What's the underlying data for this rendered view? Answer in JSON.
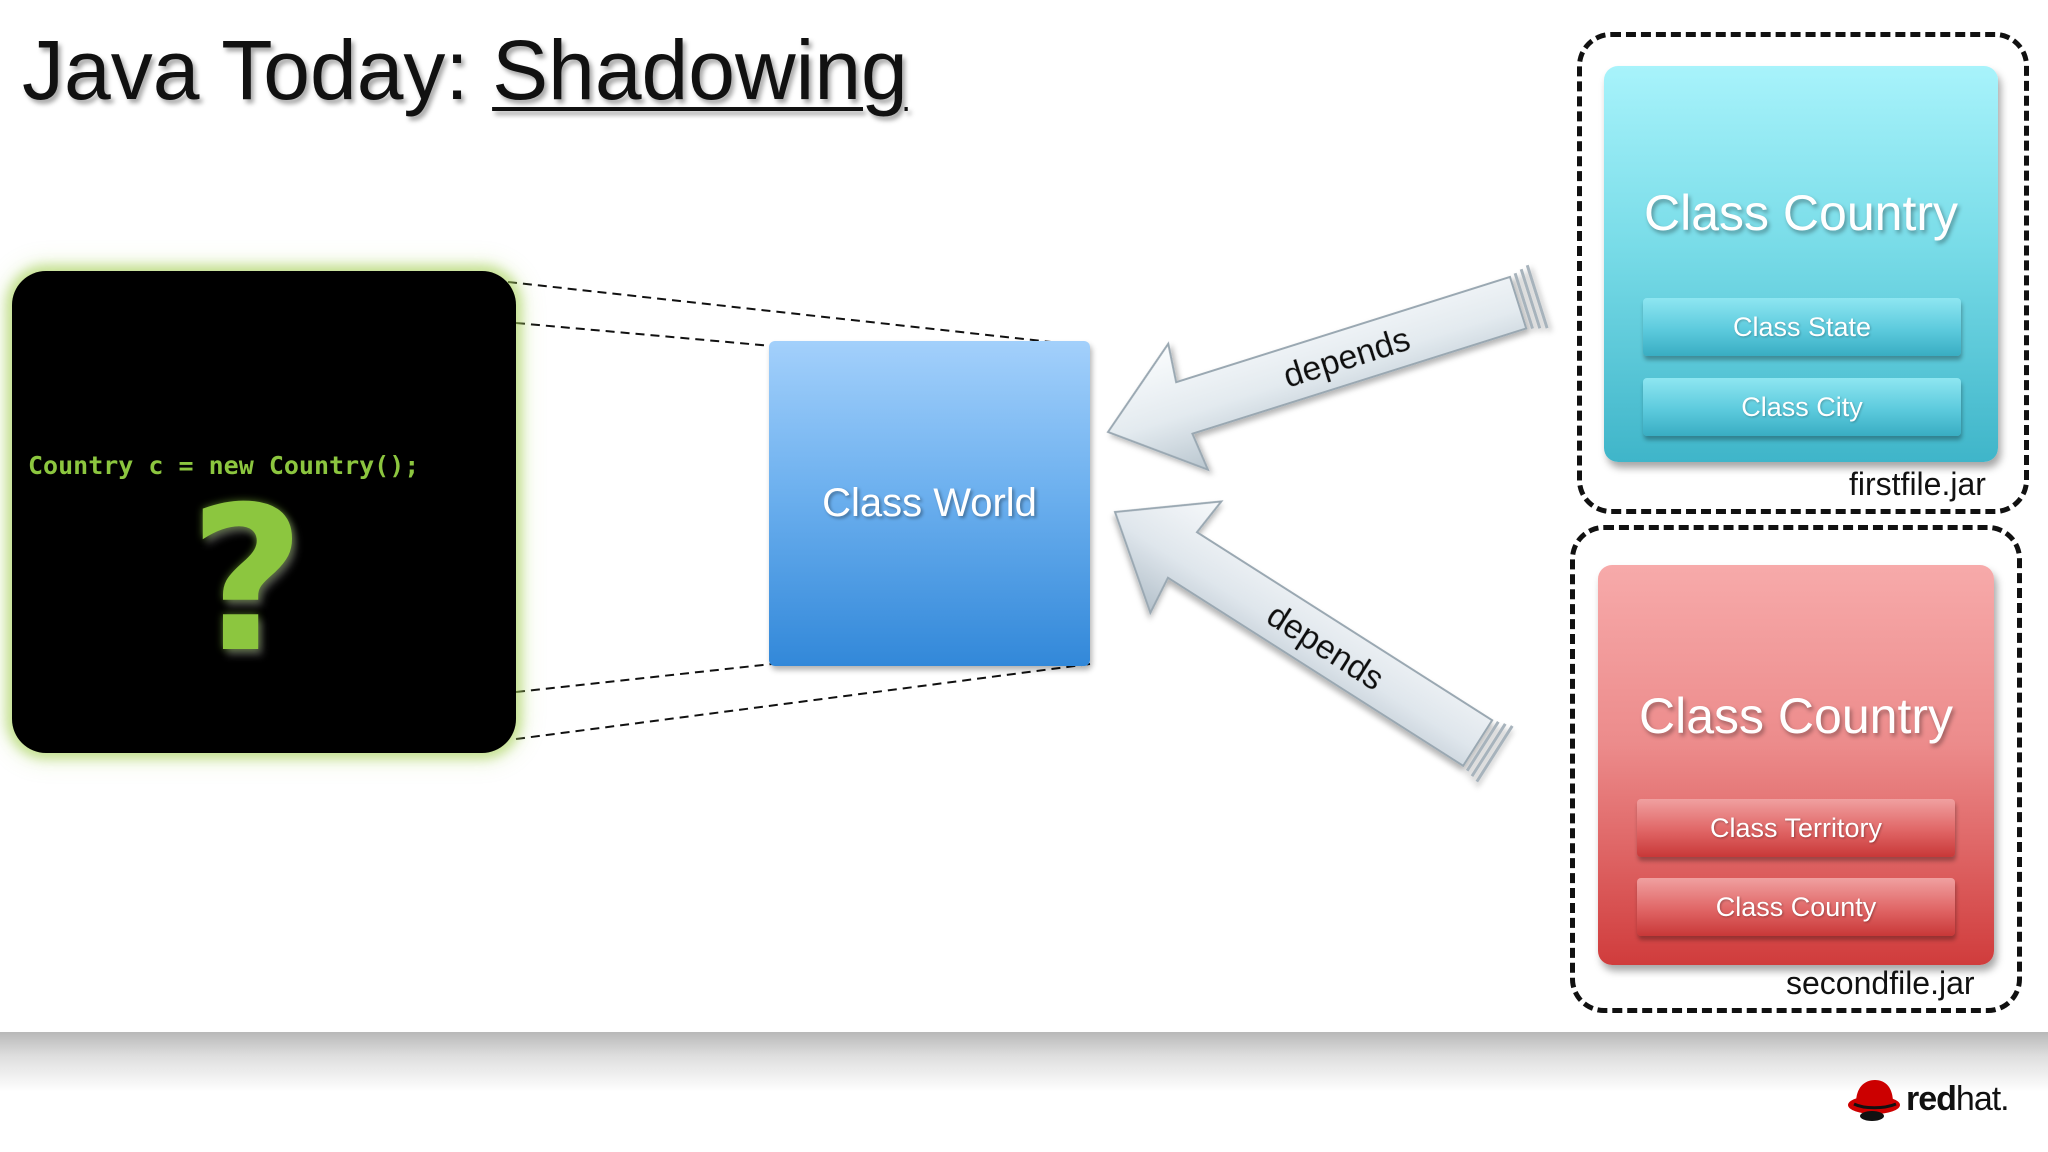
{
  "slide": {
    "title": "Java Today: ",
    "title_emphasis": "Shadowing"
  },
  "code_panel": {
    "code": "Country c = new Country();",
    "symbol": "?"
  },
  "world": {
    "label": "Class World"
  },
  "arrows": {
    "top_label": "depends",
    "bottom_label": "depends"
  },
  "jars": [
    {
      "name": "firstfile.jar",
      "title": "Class Country",
      "classes": [
        "Class State",
        "Class City"
      ],
      "color": "#5ccadd"
    },
    {
      "name": "secondfile.jar",
      "title": "Class Country",
      "classes": [
        "Class Territory",
        "Class County"
      ],
      "color": "#e06565"
    }
  ],
  "footer": {
    "logo_bold": "red",
    "logo_light": "hat."
  },
  "colors": {
    "code_green": "#8cc63f",
    "world_blue": "#3288d9",
    "logo_red": "#cc0000"
  }
}
